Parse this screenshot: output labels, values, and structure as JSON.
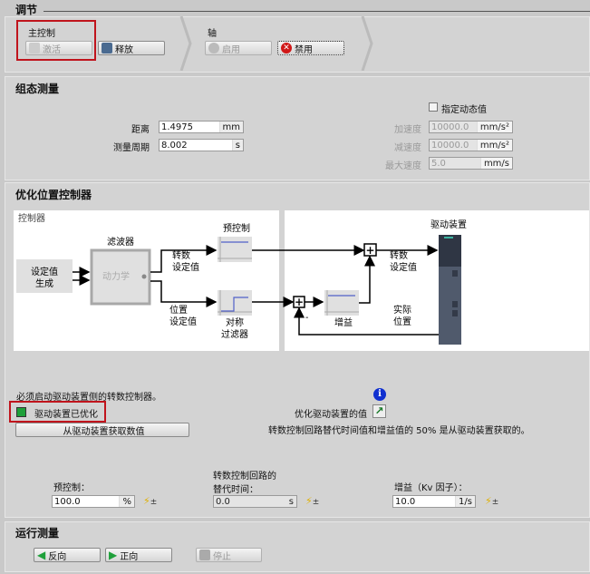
{
  "tune": {
    "title": "调节",
    "master_label": "主控制",
    "activate": "激活",
    "release": "释放",
    "axis_label": "轴",
    "enable": "启用",
    "disable": "禁用"
  },
  "config": {
    "title": "组态测量",
    "distance_label": "距离",
    "distance_value": "1.4975",
    "distance_unit": "mm",
    "period_label": "测量周期",
    "period_value": "8.002",
    "period_unit": "s",
    "dyn_checkbox": "指定动态值",
    "dyn_checked": false,
    "accel_label": "加速度",
    "accel_value": "10000.0",
    "accel_unit": "mm/s²",
    "decel_label": "减速度",
    "decel_value": "10000.0",
    "decel_unit": "mm/s²",
    "vmax_label": "最大速度",
    "vmax_value": "5.0",
    "vmax_unit": "mm/s"
  },
  "optimize": {
    "title": "优化位置控制器",
    "diagram": {
      "controller": "控制器",
      "setpoint_gen_1": "设定值",
      "setpoint_gen_2": "生成",
      "filter": "滤波器",
      "dynamics": "动力学",
      "speed_sp_1": "转数",
      "speed_sp_2": "设定值",
      "pos_sp_1": "位置",
      "pos_sp_2": "设定值",
      "precontrol": "预控制",
      "sym_filter_1": "对称",
      "sym_filter_2": "过滤器",
      "gain": "增益",
      "drive": "驱动装置",
      "actual_1": "实际",
      "actual_2": "位置",
      "minus": "-"
    },
    "notice": "必须启动驱动装置侧的转数控制器。",
    "drive_optimized": "驱动装置已优化",
    "get_values": "从驱动装置获取数值",
    "optimize_drive_values": "优化驱动装置的值",
    "info_text": "转数控制回路替代时间值和增益值的 50% 是从驱动装置获取的。",
    "precontrol_label": "预控制：",
    "precontrol_value": "100.0",
    "precontrol_unit": "%",
    "rep_time_label_1": "转数控制回路的",
    "rep_time_label_2": "替代时间：",
    "rep_time_value": "0.0",
    "rep_time_unit": "s",
    "gain_label": "增益（Kv 因子）：",
    "gain_value": "10.0",
    "gain_unit": "1/s"
  },
  "run": {
    "title": "运行测量",
    "reverse": "反向",
    "forward": "正向",
    "stop": "停止"
  }
}
